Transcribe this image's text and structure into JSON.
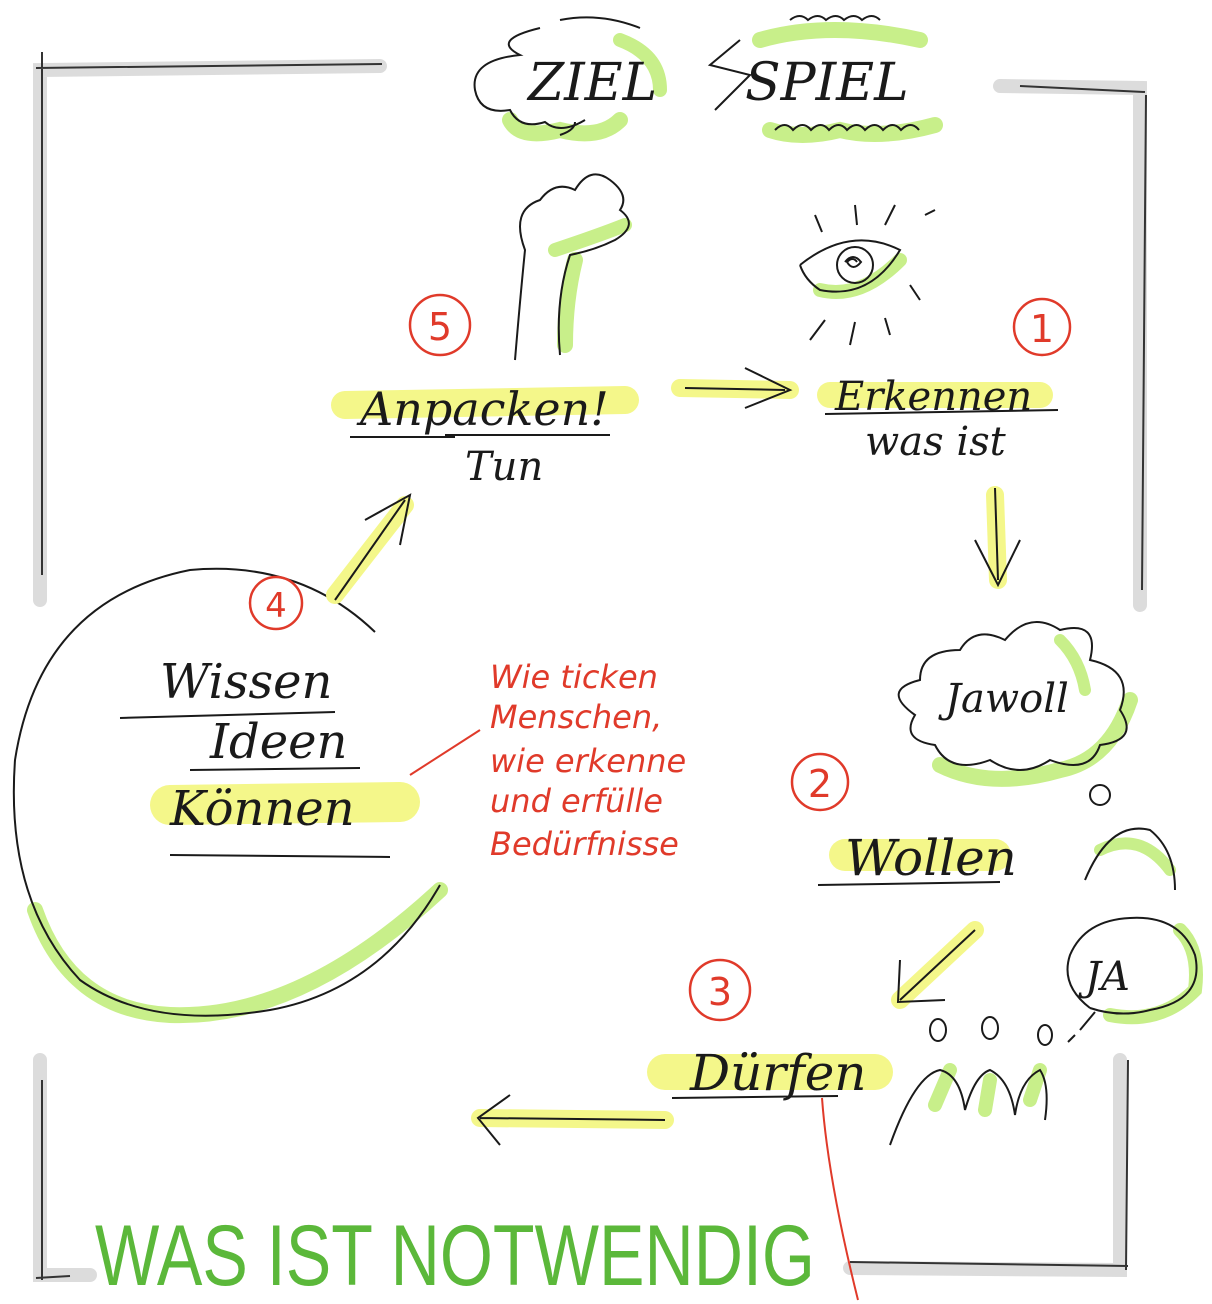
{
  "header": {
    "ziel": "ZIEL",
    "spiel": "SPIEL"
  },
  "steps": {
    "erkennen": {
      "number": "1",
      "title": "Erkennen",
      "subtitle": "was ist"
    },
    "wollen": {
      "number": "2",
      "title": "Wollen",
      "bubble_top": "Jawoll",
      "bubble_bottom": "JA"
    },
    "duerfen": {
      "number": "3",
      "title": "Dürfen"
    },
    "koennen": {
      "number": "4",
      "line1": "Wissen",
      "line2": "Ideen",
      "line3": "Können"
    },
    "anpacken": {
      "number": "5",
      "title": "Anpacken!",
      "subtitle": "Tun"
    }
  },
  "note": {
    "lines": [
      "Wie ticken",
      "Menschen,",
      "wie erkenne",
      "und erfülle",
      "Bedürfnisse"
    ]
  },
  "footer": {
    "title": "WAS IST NOTWENDIG"
  },
  "colors": {
    "ink": "#1a1a1a",
    "frame": "#d9d9d9",
    "highlight_yellow": "#f4f78a",
    "highlight_green": "#c8ef8a",
    "number_red": "#e03a2a",
    "title_green": "#5bb83a"
  }
}
